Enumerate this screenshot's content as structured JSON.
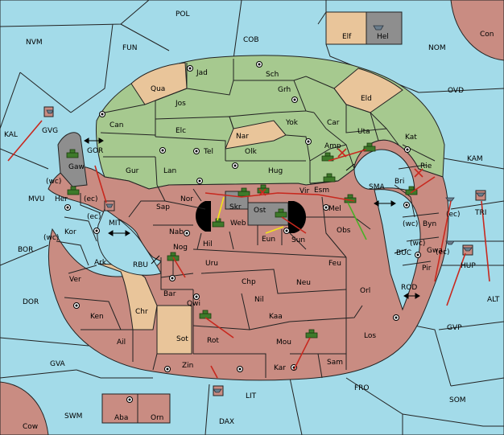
{
  "provinces": {
    "pol": "POL",
    "nvm": "NVM",
    "fun": "FUN",
    "cob": "COB",
    "nom": "NOM",
    "con": "Con",
    "elf": "Elf",
    "hel": "Hel",
    "ovd": "OVD",
    "kal": "KAL",
    "gvg": "GVG",
    "kam": "KAM",
    "gor": "GOR",
    "gaw": "Gaw",
    "mvu": "MVU",
    "mit": "MIT",
    "bor": "BOR",
    "dor": "DOR",
    "gva": "GVA",
    "swm": "SWM",
    "cow": "Cow",
    "aba": "Aba",
    "orn": "Orn",
    "dax": "DAX",
    "lit": "LIT",
    "fro": "FRO",
    "som": "SOM",
    "gvp": "GVP",
    "alt": "ALT",
    "rod": "ROD",
    "buc": "BUC",
    "tri": "TRI",
    "hup": "HUP",
    "sma": "SMA",
    "rbu": "RBU",
    "jad": "Jad",
    "sch": "Sch",
    "qua": "Qua",
    "jos": "Jos",
    "grh": "Grh",
    "eld": "Eld",
    "can": "Can",
    "elc": "Elc",
    "nar": "Nar",
    "yok": "Yok",
    "car": "Car",
    "uta": "Uta",
    "kat": "Kat",
    "tel": "Tel",
    "olk": "Olk",
    "amp": "Amp",
    "gur": "Gur",
    "lan": "Lan",
    "hug": "Hug",
    "esm": "Esm",
    "rie": "Rie",
    "bri": "Bri",
    "her": "Her",
    "her_wc": "(wc)",
    "her_ec": "(ec)",
    "kor": "Kor",
    "kor_ec": "(ec)",
    "kor_wc": "(wc)",
    "ark": "Ark",
    "ver": "Ver",
    "ken": "Ken",
    "ail": "Ail",
    "sap": "Sap",
    "nor": "Nor",
    "skr": "Skr",
    "web": "Web",
    "ost": "Ost",
    "vir": "Vir",
    "mel": "Mel",
    "nab": "Nab",
    "hil": "Hil",
    "eun": "Eun",
    "sun": "Sun",
    "obs": "Obs",
    "nog": "Nog",
    "uru": "Uru",
    "feu": "Feu",
    "chp": "Chp",
    "neu": "Neu",
    "bar": "Bar",
    "qwi": "Qwi",
    "nil": "Nil",
    "chr": "Chr",
    "orl": "Orl",
    "kaa": "Kaa",
    "sot": "Sot",
    "rot": "Rot",
    "mou": "Mou",
    "los": "Los",
    "zin": "Zin",
    "kar": "Kar",
    "sam": "Sam",
    "byn": "Byn",
    "byn_wc": "(wc)",
    "byn_ec": "(ec)",
    "gwa": "Gwa",
    "gwa_wc": "(wc)",
    "gwa_ec": "(ec)",
    "pir": "Pir"
  },
  "colors": {
    "sea": "#a3dbe9",
    "green": "#a6c98f",
    "red": "#c98c82",
    "tan": "#e9c59a",
    "grey": "#8e8e8e",
    "order_move": "#c8281e",
    "order_support": "#f2e418",
    "order_convoy": "#4ab028"
  },
  "unit_icons": [
    "army-tank-icon",
    "fleet-ship-icon"
  ],
  "order_types": [
    "move-arrow",
    "support-arrow",
    "convoy-arrow",
    "failed-order-cross"
  ]
}
